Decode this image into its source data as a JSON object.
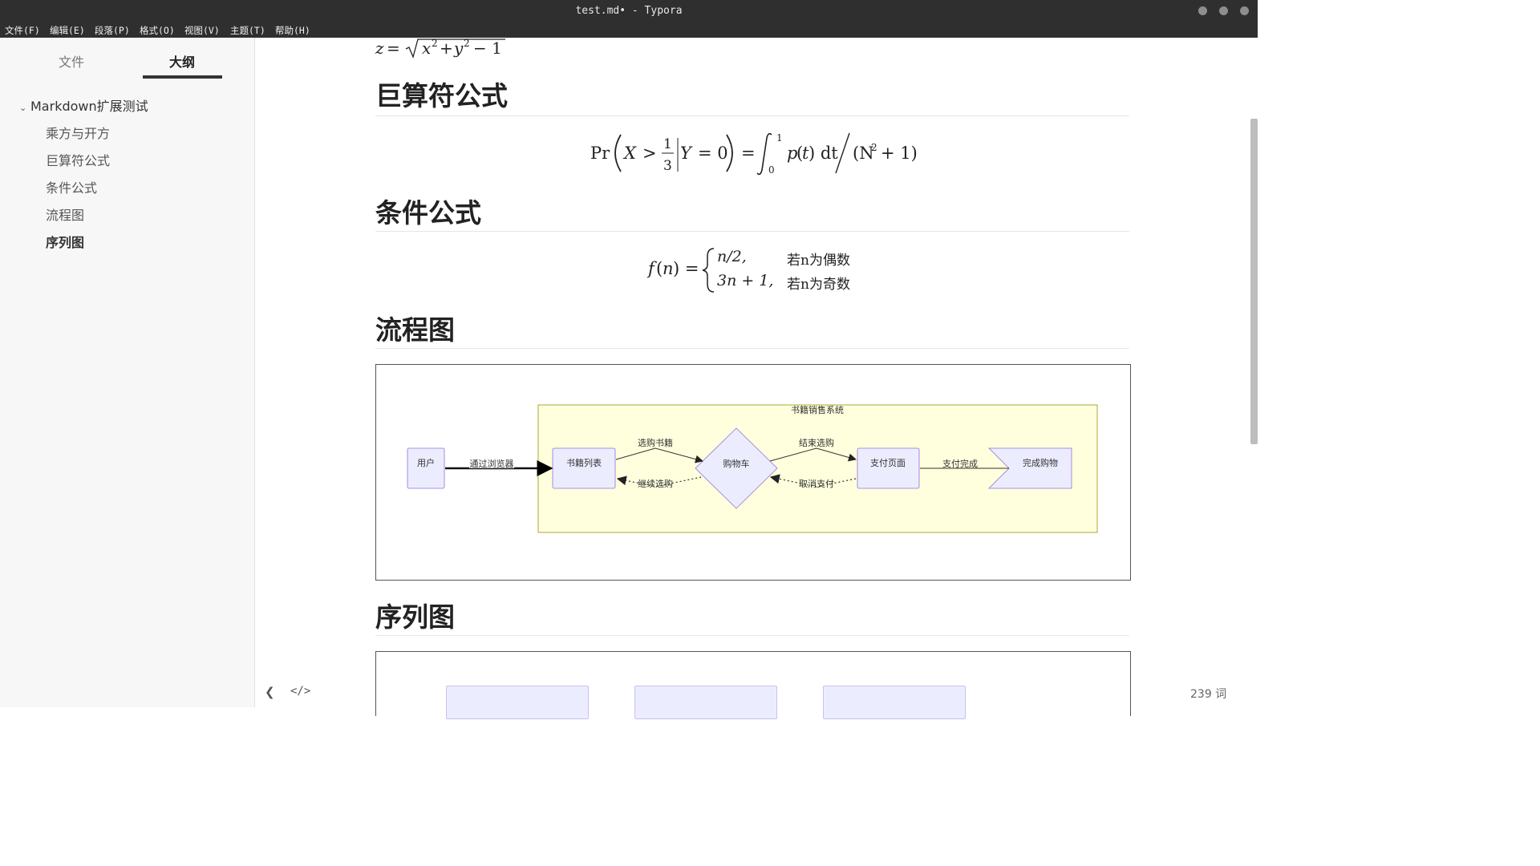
{
  "window": {
    "title": "test.md• - Typora"
  },
  "menu": [
    "文件(F)",
    "编辑(E)",
    "段落(P)",
    "格式(O)",
    "视图(V)",
    "主题(T)",
    "帮助(H)"
  ],
  "sidebar": {
    "tabs": [
      {
        "label": "文件",
        "active": false
      },
      {
        "label": "大纲",
        "active": true
      }
    ],
    "outline_root": "Markdown扩展测试",
    "items": [
      {
        "label": "乘方与开方"
      },
      {
        "label": "巨算符公式"
      },
      {
        "label": "条件公式"
      },
      {
        "label": "流程图"
      },
      {
        "label": "序列图",
        "active": true
      }
    ]
  },
  "document": {
    "sections": [
      {
        "title": "巨算符公式"
      },
      {
        "title": "条件公式"
      },
      {
        "title": "流程图"
      },
      {
        "title": "序列图"
      }
    ],
    "cases": [
      {
        "value": "n/2,",
        "condition": "若n为偶数"
      },
      {
        "value": "3n + 1,",
        "condition": "若n为奇数"
      }
    ]
  },
  "flowchart": {
    "subgraph_title": "书籍销售系统",
    "nodes": [
      "用户",
      "书籍列表",
      "购物车",
      "支付页面",
      "完成购物"
    ],
    "edges": [
      "通过浏览器",
      "选购书籍",
      "继续选购",
      "结束选购",
      "取消支付",
      "支付完成"
    ]
  },
  "status": {
    "word_count": "239 词"
  }
}
